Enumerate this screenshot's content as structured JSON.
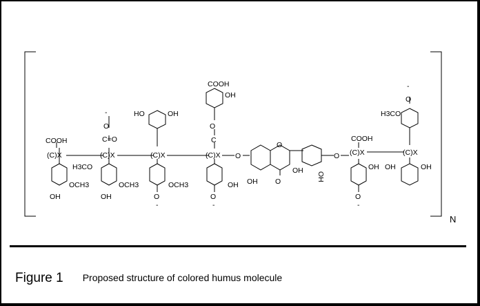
{
  "figure": {
    "label": "Figure 1",
    "caption": "Proposed structure of colored humus molecule",
    "repeat_subscript": "N"
  },
  "molecule": {
    "groups": {
      "cooh": "COOH",
      "c_eq_o": "C=O",
      "oh": "OH",
      "ho": "HO",
      "och3": "OCH3",
      "h3co": "H3CO",
      "o": "O",
      "c_label": "C",
      "cx": "(C)X",
      "dash": "-"
    }
  }
}
